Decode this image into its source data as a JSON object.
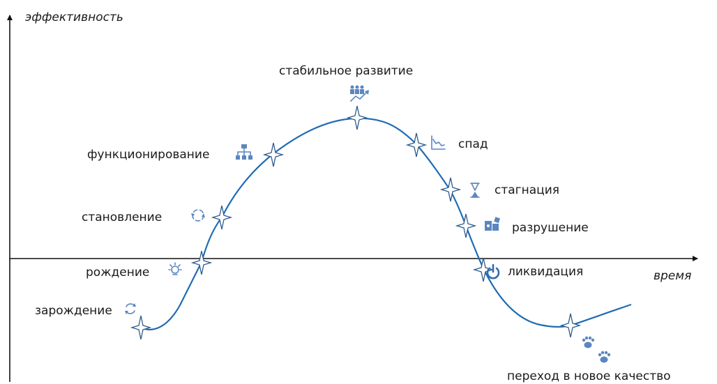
{
  "axes": {
    "y_label": "эффективность",
    "x_label": "время"
  },
  "stages": [
    {
      "label": "зарождение",
      "icon": "cycle-icon"
    },
    {
      "label": "рождение",
      "icon": "lightbulb-icon"
    },
    {
      "label": "становление",
      "icon": "cycle-arrows-icon"
    },
    {
      "label": "функционирование",
      "icon": "org-chart-icon"
    },
    {
      "label": "стабильное развитие",
      "icon": "team-growth-icon"
    },
    {
      "label": "спад",
      "icon": "decline-chart-icon"
    },
    {
      "label": "стагнация",
      "icon": "hourglass-icon"
    },
    {
      "label": "разрушение",
      "icon": "broken-puzzle-icon"
    },
    {
      "label": "ликвидация",
      "icon": "power-icon"
    },
    {
      "label": "переход в новое качество",
      "icon": "paw-prints-icon"
    }
  ],
  "colors": {
    "curve": "#1f6bb5",
    "icon": "#5b86c0",
    "axis": "#111111"
  }
}
